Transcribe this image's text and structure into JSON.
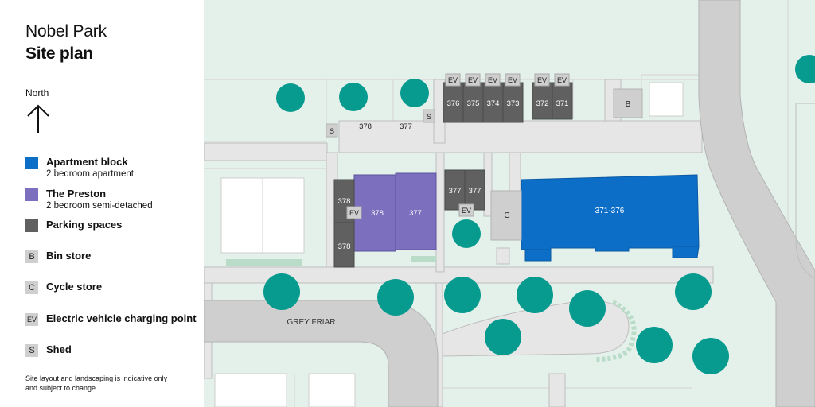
{
  "header": {
    "development": "Nobel Park",
    "title": "Site plan"
  },
  "north": {
    "label": "North",
    "icon": "north-arrow-icon"
  },
  "legend": [
    {
      "key": "apartment",
      "title": "Apartment block",
      "subtitle": "2 bedroom apartment",
      "color": "#0d6ec7",
      "glyph": ""
    },
    {
      "key": "preston",
      "title": "The Preston",
      "subtitle": "2 bedroom semi-detached",
      "color": "#7b6fbe",
      "glyph": ""
    },
    {
      "key": "parking",
      "title": "Parking spaces",
      "subtitle": "",
      "color": "#606060",
      "glyph": ""
    },
    {
      "key": "bin",
      "title": "Bin store",
      "subtitle": "",
      "color": "#cfcfcf",
      "glyph": "B"
    },
    {
      "key": "cycle",
      "title": "Cycle store",
      "subtitle": "",
      "color": "#cfcfcf",
      "glyph": "C"
    },
    {
      "key": "ev",
      "title": "Electric vehicle charging point",
      "subtitle": "",
      "color": "#cfcfcf",
      "glyph": "EV"
    },
    {
      "key": "shed",
      "title": "Shed",
      "subtitle": "",
      "color": "#cfcfcf",
      "glyph": "S"
    }
  ],
  "disclaimer": "Site layout and landscaping is indicative only and subject to change.",
  "map": {
    "street_name": "GREY FRIAR",
    "plots": {
      "p378_garden": "378",
      "p377_garden": "377",
      "p378_house": "378",
      "p377_house": "377",
      "apartment_block": "371-376",
      "parking_376": "376",
      "parking_375": "375",
      "parking_374": "374",
      "parking_373": "373",
      "parking_372": "372",
      "parking_371": "371",
      "parking_377a": "377",
      "parking_377b": "377",
      "parking_378a": "378",
      "parking_378b": "378"
    },
    "markers": {
      "ev": "EV",
      "shed": "S",
      "bin": "B",
      "cycle": "C"
    },
    "colors": {
      "green": "#e3f1ea",
      "road": "#e6e6e6",
      "road_edge": "#bdbdbd",
      "main_road": "#cfcfcf",
      "tree": "#079a8e",
      "apartment": "#0d6ec7",
      "preston": "#7b6fbe",
      "parking": "#606060"
    }
  }
}
